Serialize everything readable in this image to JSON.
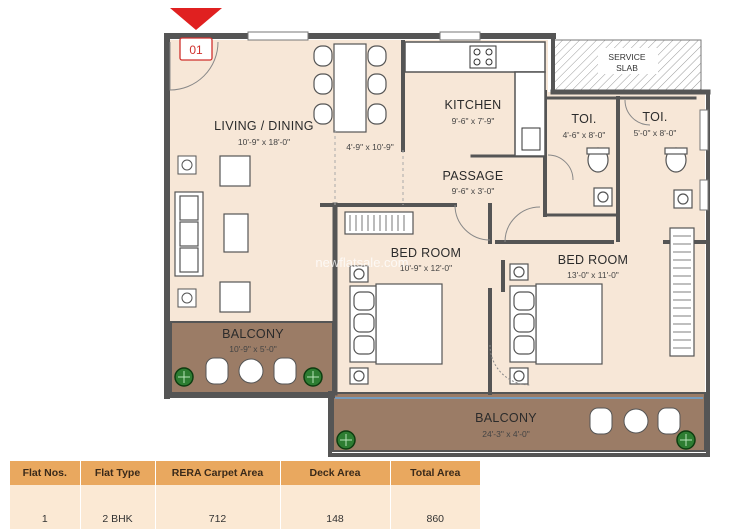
{
  "flat_number_tag": "01",
  "watermark": "newflatsale.com",
  "rooms": {
    "living_dining": {
      "label": "LIVING / DINING",
      "dims": "10'-9\" x 18'-0\""
    },
    "dining_zone": {
      "dims": "4'-9\" x 10'-9\""
    },
    "kitchen": {
      "label": "KITCHEN",
      "dims": "9'-6\" x 7'-9\""
    },
    "service_slab": {
      "label_line1": "SERVICE",
      "label_line2": "SLAB"
    },
    "toilet_1": {
      "label": "TOI.",
      "dims": "4'-6\" x 8'-0\""
    },
    "toilet_2": {
      "label": "TOI.",
      "dims": "5'-0\" x 8'-0\""
    },
    "passage": {
      "label": "PASSAGE",
      "dims": "9'-6\" x 3'-0\""
    },
    "bedroom_1": {
      "label": "BED ROOM",
      "dims": "10'-9\" x 12'-0\""
    },
    "bedroom_2": {
      "label": "BED ROOM",
      "dims": "13'-0\" x 11'-0\""
    },
    "balcony_1": {
      "label": "BALCONY",
      "dims": "10'-9\" x 5'-0\""
    },
    "balcony_2": {
      "label": "BALCONY",
      "dims": "24'-3\" x 4'-0\""
    }
  },
  "colors": {
    "floor": "#f7e7d7",
    "wall": "#555555",
    "balcony": "#9b7c66",
    "plant": "#2e7d32",
    "marker": "#e02020",
    "table_header": "#e9a85f",
    "table_row": "#fbe9d4"
  },
  "area_table": {
    "headers": [
      "Flat Nos.",
      "Flat Type",
      "RERA Carpet Area",
      "Deck Area",
      "Total Area"
    ],
    "rows": [
      [
        "1",
        "2 BHK",
        "712",
        "148",
        "860"
      ]
    ]
  }
}
